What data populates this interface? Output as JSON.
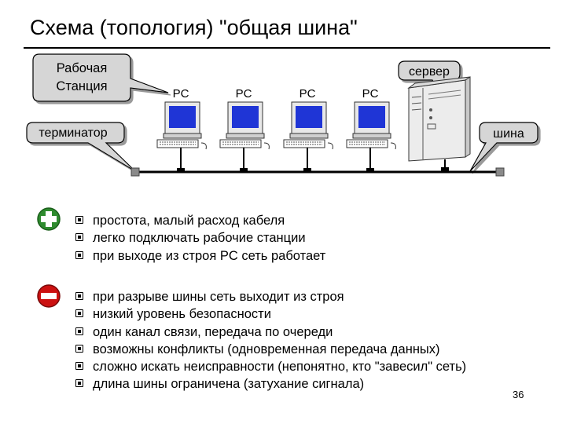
{
  "slide": {
    "title": "Схема (топология) \"общая шина\"",
    "page_number": "36"
  },
  "diagram": {
    "workstation_callout": [
      "Рабочая",
      "Станция"
    ],
    "server_label": "сервер",
    "terminator_label": "терминатор",
    "bus_label": "шина",
    "pc_labels": [
      "PC",
      "PC",
      "PC",
      "PC"
    ]
  },
  "advantages": {
    "icon": "plus-icon",
    "color": "#2e8b2e",
    "items": [
      "простота, малый расход кабеля",
      "легко подключать рабочие станции",
      "при выходе из строя PC сеть работает"
    ]
  },
  "disadvantages": {
    "icon": "minus-icon",
    "color": "#cc1111",
    "items": [
      "при разрыве шины сеть выходит из строя",
      "низкий уровень безопасности",
      "один канал связи, передача по очереди",
      "возможны конфликты (одновременная передача данных)",
      "сложно искать неисправности (непонятно, кто \"завесил\" сеть)",
      "длина шины ограничена (затухание сигнала)"
    ]
  }
}
